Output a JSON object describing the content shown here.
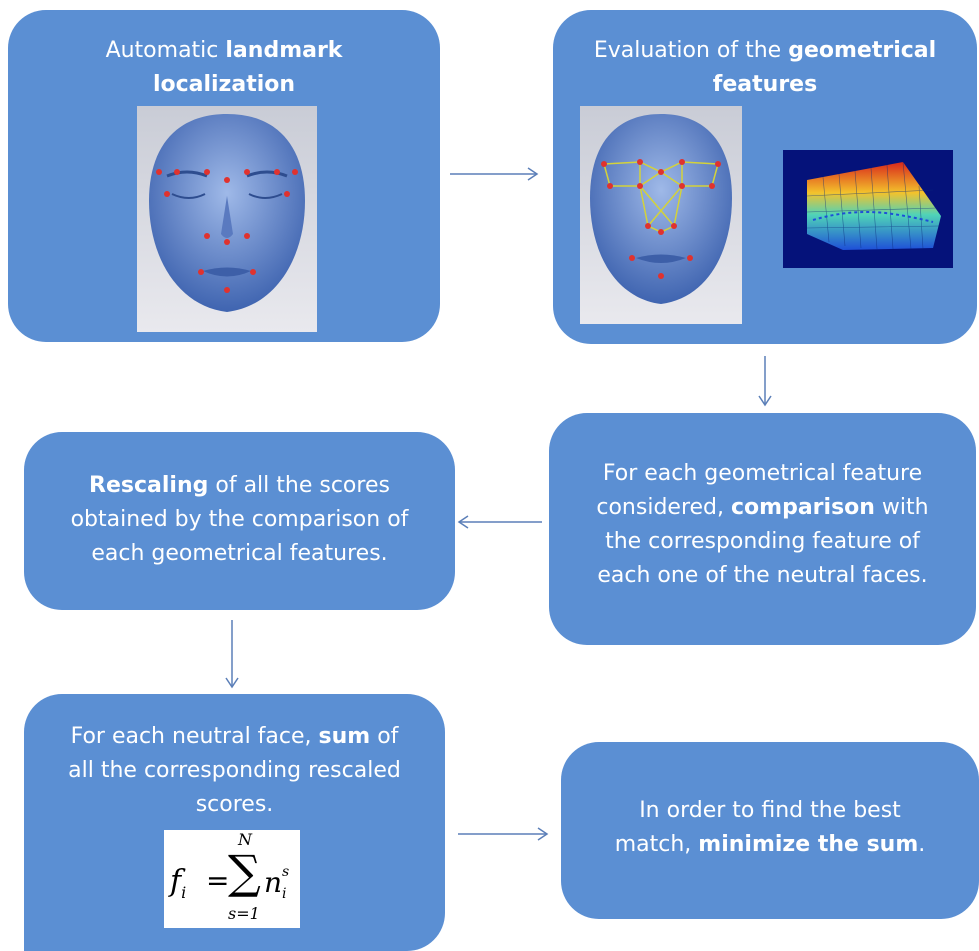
{
  "boxes": {
    "landmark": {
      "pre": "Automatic ",
      "bold": "landmark",
      "post": "",
      "line2": "localization"
    },
    "features": {
      "pre": "Evaluation of the ",
      "bold": "geometrical",
      "line2": "features"
    },
    "comparison": {
      "line1": "For each geometrical feature",
      "line2_pre": "considered, ",
      "line2_bold": "comparison",
      "line2_post": " with",
      "line3": "the corresponding feature of",
      "line4": "each one of the neutral faces."
    },
    "rescaling": {
      "line1_bold": "Rescaling",
      "line1_post": " of all the scores",
      "line2": "obtained by the comparison of",
      "line3": "each geometrical features."
    },
    "sum": {
      "line1_pre": "For each neutral face, ",
      "line1_bold": "sum",
      "line1_post": " of",
      "line2": "all the corresponding rescaled",
      "line3": "scores."
    },
    "minimize": {
      "line1": "In order to find the best",
      "line2_pre": "match, ",
      "line2_bold": "minimize the sum",
      "line2_post": "."
    }
  },
  "formula": {
    "lhs": "f",
    "lhs_sub": "i",
    "equals": "=",
    "sum_top": "N",
    "sum_bottom": "s=1",
    "term": "n",
    "term_sub": "i",
    "term_sup": "s"
  },
  "colors": {
    "box": "#5b8fd3",
    "arrow": "#5b7fb8"
  }
}
